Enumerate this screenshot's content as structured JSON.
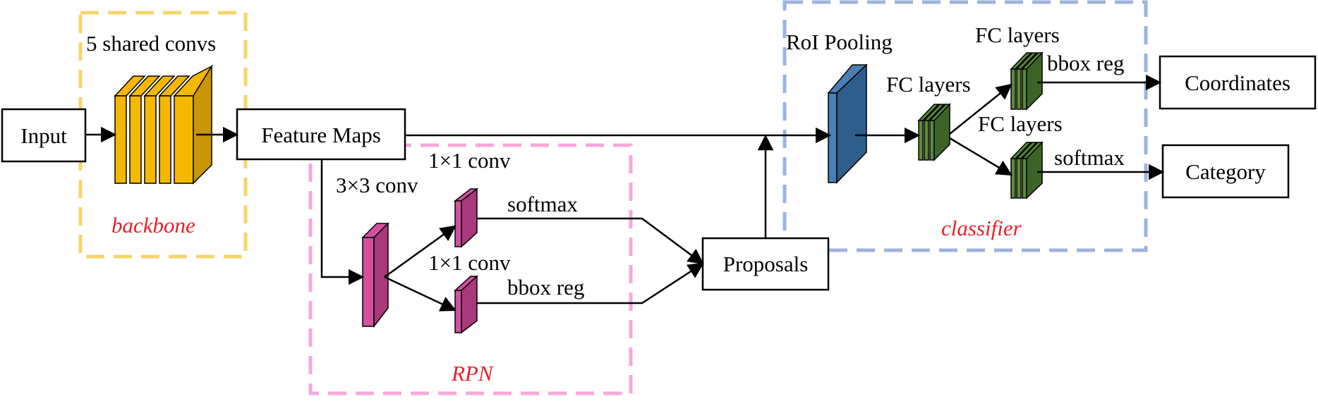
{
  "nodes": {
    "input": "Input",
    "feature_maps": "Feature Maps",
    "proposals": "Proposals",
    "coordinates": "Coordinates",
    "category": "Category"
  },
  "groups": {
    "backbone": "backbone",
    "rpn": "RPN",
    "classifier": "classifier"
  },
  "labels": {
    "shared_convs": "5 shared convs",
    "conv3x3": "3×3 conv",
    "conv1x1_top": "1×1 conv",
    "conv1x1_bottom": "1×1 conv",
    "softmax_rpn": "softmax",
    "bbox_reg_rpn": "bbox reg",
    "roi_pooling": "RoI Pooling",
    "fc_layers_mid": "FC layers",
    "fc_layers_top": "FC layers",
    "fc_layers_bottom": "FC layers",
    "bbox_reg_cls": "bbox reg",
    "softmax_cls": "softmax"
  },
  "colors": {
    "backbone_border": "#f5d66b",
    "rpn_border": "#f6a8dc",
    "classifier_border": "#9cb4dc",
    "conv_yellow": "#f5b800",
    "conv_yellow_side": "#c9960a",
    "rpn_pink": "#d4509f",
    "rpn_pink_side": "#a83a7c",
    "roi_blue": "#4a7fb5",
    "roi_blue_side": "#2f5d8c",
    "fc_green": "#5b8c3a",
    "fc_green_side": "#3d6426",
    "group_label": "#e8202a"
  }
}
